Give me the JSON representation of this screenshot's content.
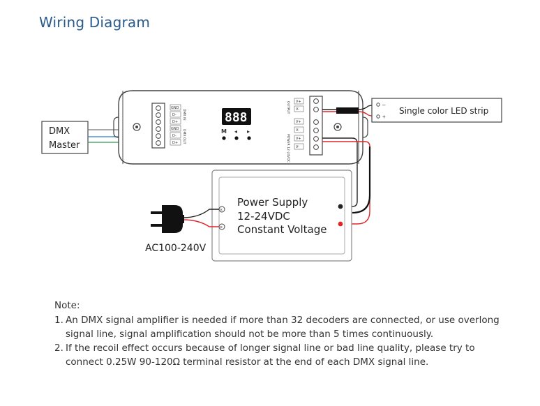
{
  "title": "Wiring Diagram",
  "dmx_master": {
    "line1": "DMX",
    "line2": "Master"
  },
  "led_strip": {
    "label": "Single color LED strip",
    "minus": "–",
    "plus": "+"
  },
  "power_supply": {
    "line1": "Power Supply",
    "line2": "12-24VDC",
    "line3": "Constant Voltage"
  },
  "ac_input": "AC100-240V",
  "display": {
    "digits": "888",
    "buttons": [
      "M",
      "◂",
      "▸"
    ]
  },
  "left_terminals": [
    "GND",
    "D-",
    "D+",
    "GND",
    "D-",
    "D+"
  ],
  "left_groups": [
    "DMX IN",
    "DMX OUT"
  ],
  "right_terminals": [
    "V+",
    "V-",
    "V+",
    "V-",
    "V+",
    "V-"
  ],
  "right_groups": [
    "OUTPUT",
    "POWER 12-24VDC"
  ],
  "notes": {
    "heading": "Note:",
    "items": [
      {
        "num": "1.",
        "text": "An DMX signal amplifier is needed if more than 32 decoders are connected, or use overlong signal line, signal amplification should not be more than 5 times continuously."
      },
      {
        "num": "2.",
        "text": "If the recoil effect occurs because of longer signal line or bad line quality, please try to connect 0.25W 90-120Ω terminal resistor at the end of each DMX signal line."
      }
    ]
  },
  "colors": {
    "title": "#2a5b8c",
    "wire_red": "#e0262b",
    "wire_green": "#2e9a55",
    "wire_blue": "#2f7fc1",
    "outline": "#444444"
  }
}
